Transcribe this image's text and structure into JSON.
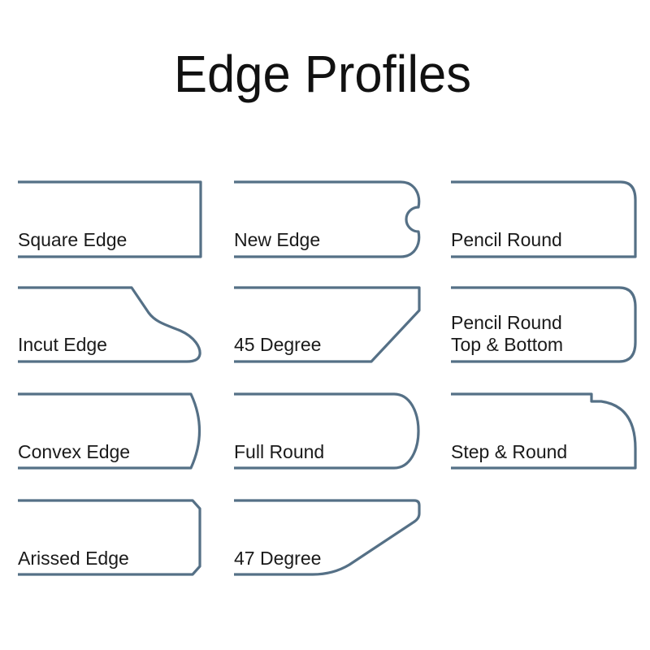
{
  "title": "Edge Profiles",
  "stroke_color": "#557086",
  "profiles": [
    {
      "label": "Square Edge"
    },
    {
      "label": "New Edge"
    },
    {
      "label": "Pencil Round"
    },
    {
      "label": "Incut Edge"
    },
    {
      "label": "45 Degree"
    },
    {
      "label_line1": "Pencil Round",
      "label_line2": "Top & Bottom"
    },
    {
      "label": "Convex Edge"
    },
    {
      "label": "Full Round"
    },
    {
      "label": "Step & Round"
    },
    {
      "label": "Arissed Edge"
    },
    {
      "label": "47 Degree"
    }
  ]
}
